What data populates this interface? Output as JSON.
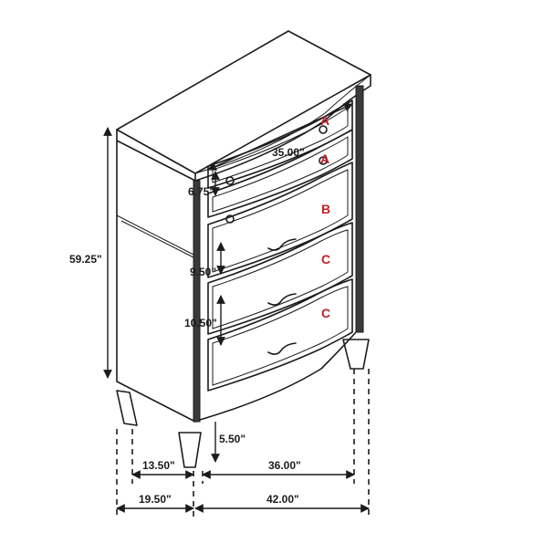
{
  "dimensions": {
    "overall_height": "59.25\"",
    "top_drawer_width": "35.00\"",
    "top_drawer_height": "6.75\"",
    "middle_drawer_height": "9.50\"",
    "bottom_drawer_height": "10.50\"",
    "leg_clearance": "5.50\"",
    "inner_depth": "13.50\"",
    "inner_width": "36.00\"",
    "overall_depth": "19.50\"",
    "overall_width": "42.00\""
  },
  "drawer_labels": {
    "a1": "A",
    "a2": "A",
    "b": "B",
    "c1": "C",
    "c2": "C"
  },
  "colors": {
    "line": "#1c1c1c",
    "drawer_letter": "#c0202a"
  }
}
